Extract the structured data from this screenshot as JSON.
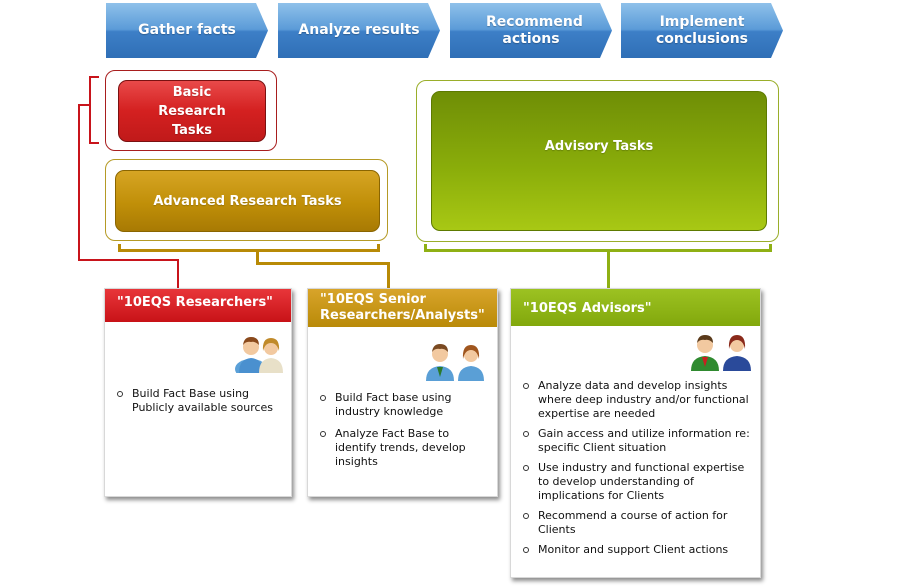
{
  "process_steps": [
    {
      "label": "Gather facts"
    },
    {
      "label": "Analyze results"
    },
    {
      "label": "Recommend actions"
    },
    {
      "label": "Implement conclusions"
    }
  ],
  "tasks": {
    "basic": "Basic Research Tasks",
    "advanced": "Advanced Research Tasks",
    "advisory": "Advisory Tasks"
  },
  "roles": [
    {
      "title": "\"10EQS Researchers\"",
      "bullets": [
        "Build Fact Base using Publicly available sources"
      ]
    },
    {
      "title": "\"10EQS Senior Researchers/Analysts\"",
      "bullets": [
        "Build Fact base using industry knowledge",
        "Analyze Fact Base to identify trends, develop insights"
      ]
    },
    {
      "title": "\"10EQS Advisors\"",
      "bullets": [
        "Analyze data and develop insights where deep industry and/or functional expertise are needed",
        "Gain access and utilize information re: specific Client situation",
        "Use industry and functional expertise to develop understanding of implications for Clients",
        "Recommend a course of action for Clients",
        "Monitor and support Client actions"
      ]
    }
  ],
  "colors": {
    "step_blue": "#4a8fd1",
    "red": "#c8141b",
    "gold": "#b88a06",
    "green": "#8fb014"
  },
  "icons": [
    "two-people-icon",
    "two-people-icon",
    "two-people-icon"
  ]
}
